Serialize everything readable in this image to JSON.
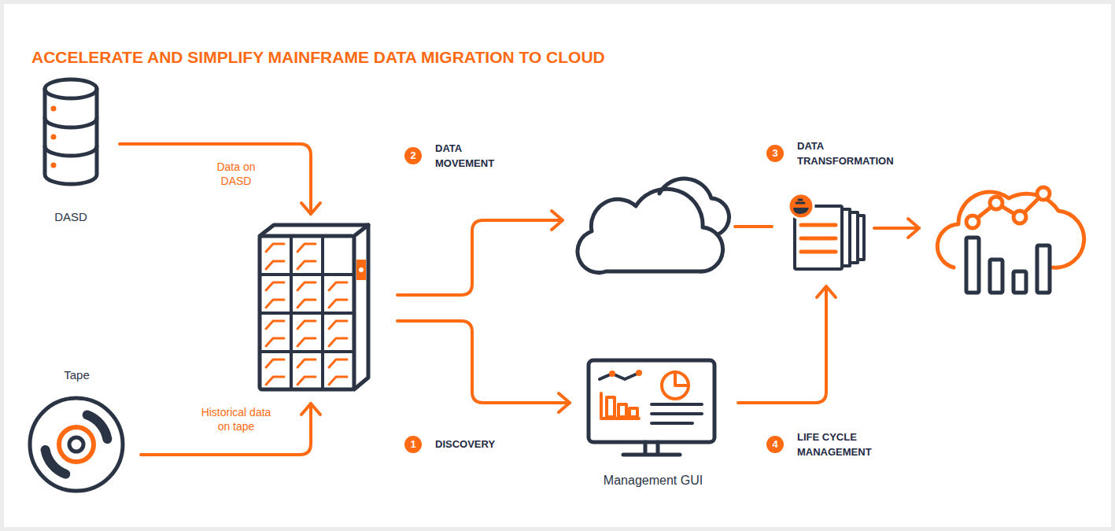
{
  "diagram": {
    "title": "ACCELERATE AND SIMPLIFY MAINFRAME DATA MIGRATION TO CLOUD",
    "nodes": [
      {
        "text": [
          "DASD"
        ]
      },
      {
        "text": [
          "Tape"
        ]
      },
      {
        "text": []
      },
      {
        "text": []
      },
      {
        "text": [
          "Management GUI"
        ]
      },
      {
        "text": []
      },
      {
        "text": []
      }
    ],
    "edges": [
      {
        "from": 0,
        "to": 2,
        "arrow": "to",
        "label": "Data on DASD"
      },
      {
        "from": 1,
        "to": 2,
        "arrow": "to",
        "label": "Historical data on tape"
      },
      {
        "from": 2,
        "to": 3,
        "arrow": "to"
      },
      {
        "from": 2,
        "to": 4,
        "arrow": "to"
      },
      {
        "from": 3,
        "to": 5,
        "arrow": "none"
      },
      {
        "from": 5,
        "to": 6,
        "arrow": "to"
      },
      {
        "from": 4,
        "to": 5,
        "arrow": "to"
      }
    ],
    "labels": [
      "2",
      "DATA MOVEMENT",
      "3",
      "DATA TRANSFORMATION",
      "1",
      "DISCOVERY",
      "4",
      "LIFE CYCLE MANAGEMENT"
    ]
  }
}
